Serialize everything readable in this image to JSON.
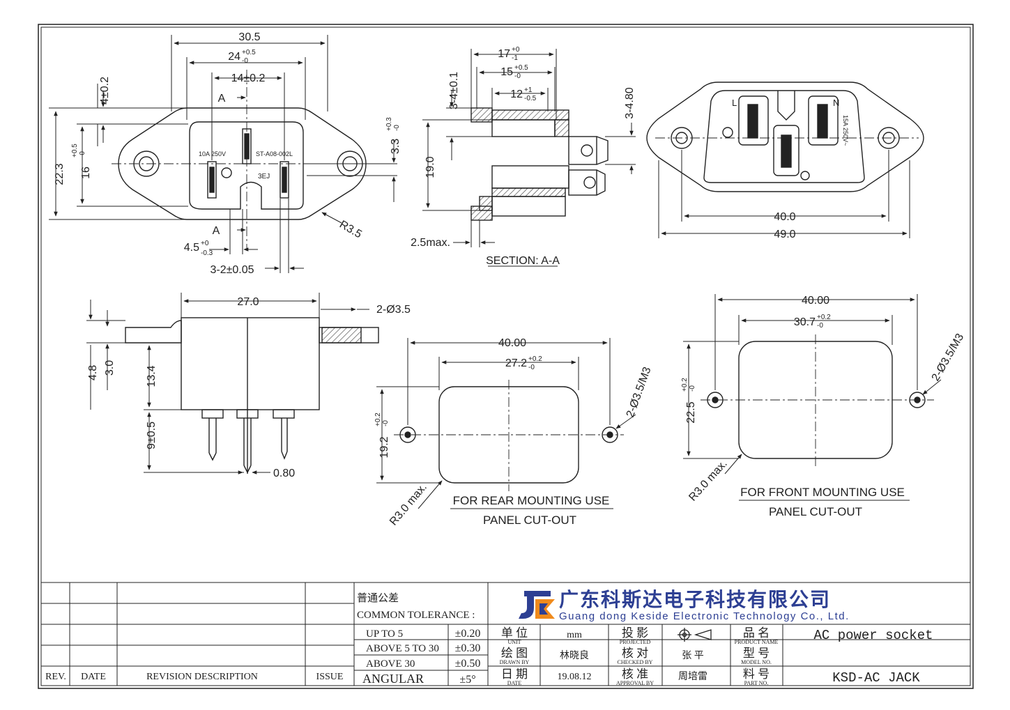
{
  "views": {
    "front": {
      "dim_width_outer": "30.5",
      "dim_width_inner_base": "24",
      "dim_width_inner_tol_up": "+0.5",
      "dim_width_inner_tol_dn": "-0",
      "dim_pin_spacing": "14±0.2",
      "dim_top_offset": "4±0.2",
      "dim_height_outer": "22.3",
      "dim_height_inner_base": "16",
      "dim_height_inner_tol_up": "+0.5",
      "dim_height_inner_tol_dn": "-0",
      "dim_right_base": "3.3",
      "dim_right_tol_up": "+0.3",
      "dim_right_tol_dn": "-0",
      "dim_radius": "R3.5",
      "dim_slot_base": "4.5",
      "dim_slot_tol_up": "+0",
      "dim_slot_tol_dn": "-0.3",
      "dim_pin_thickness": "3-2±0.05",
      "section_marker_top": "A",
      "section_marker_bottom": "A",
      "marking_rating": "10A 250V",
      "marking_model": "ST-A08-002L",
      "marking_code": "3EJ"
    },
    "section": {
      "dim_17_base": "17",
      "dim_17_tol_up": "+0",
      "dim_17_tol_dn": "-1",
      "dim_15_base": "15",
      "dim_15_tol_up": "+0.5",
      "dim_15_tol_dn": "-0",
      "dim_12_base": "12",
      "dim_12_tol_up": "+1",
      "dim_12_tol_dn": "-0.5",
      "dim_left_top": "3-4±0.1",
      "dim_right_top": "3-4.80",
      "dim_height": "19.0",
      "dim_flange": "2.5max.",
      "title": "SECTION: A-A"
    },
    "top_right": {
      "dim_inner": "40.0",
      "dim_outer": "49.0",
      "label_L": "L",
      "label_N": "N",
      "rating_text": "15A 250V~"
    },
    "side": {
      "dim_width": "27.0",
      "dim_holes": "2-Ø3.5",
      "dim_4_8": "4.8",
      "dim_3_0": "3.0",
      "dim_13_4": "13.4",
      "dim_pin_length": "9±0.5",
      "dim_pin_thickness": "0.80"
    },
    "rear_cutout": {
      "dim_hole_span": "40.00",
      "dim_width_base": "27.2",
      "dim_width_tol_up": "+0.2",
      "dim_width_tol_dn": "-0",
      "dim_height_base": "19.2",
      "dim_height_tol_up": "+0.2",
      "dim_height_tol_dn": "-0",
      "dim_holes": "2-Ø3.5/M3",
      "dim_radius": "R3.0 max.",
      "caption_line1": "FOR REAR MOUNTING USE",
      "caption_line2": "PANEL CUT-OUT"
    },
    "front_cutout": {
      "dim_hole_span": "40.00",
      "dim_width_base": "30.7",
      "dim_width_tol_up": "+0.2",
      "dim_width_tol_dn": "-0",
      "dim_height_base": "22.5",
      "dim_height_tol_up": "+0.2",
      "dim_height_tol_dn": "-0",
      "dim_holes": "2-Ø3.5/M3",
      "dim_radius": "R3.0 max.",
      "caption_line1": "FOR FRONT MOUNTING USE",
      "caption_line2": "PANEL CUT-OUT"
    }
  },
  "title_block": {
    "revision_headers": {
      "rev": "REV.",
      "date": "DATE",
      "description": "REVISION DESCRIPTION",
      "issue": "ISSUE"
    },
    "tolerance": {
      "heading_cn": "普通公差",
      "heading_en": "COMMON TOLERANCE :",
      "rows": [
        {
          "range": "UP TO 5",
          "value": "±0.20"
        },
        {
          "range": "ABOVE 5 TO 30",
          "value": "±0.30"
        },
        {
          "range": "ABOVE 30",
          "value": "±0.50"
        },
        {
          "range": "ANGULAR",
          "value": "±5°"
        }
      ]
    },
    "company": {
      "name_cn": "广东科斯达电子科技有限公司",
      "name_en": "Guang dong Keside  Electronic Technology Co., Ltd.",
      "logo_color": "#2d3f93",
      "logo_accent": "#f08a1c"
    },
    "fields": {
      "unit_cn": "单 位",
      "unit_en": "UNIT",
      "unit_value": "mm",
      "projected_cn": "投 影",
      "projected_en": "PROJECTED",
      "product_name_cn": "品 名",
      "product_name_en": "PRODUCT NAME",
      "product_name_value": "AC power socket",
      "drawn_cn": "绘 图",
      "drawn_en": "DRAWN BY",
      "drawn_value": "林晓良",
      "checked_cn": "核 对",
      "checked_en": "CHECKED BY",
      "checked_value": "张 平",
      "model_cn": "型 号",
      "model_en": "MODEL NO.",
      "model_value": "",
      "date_cn": "日 期",
      "date_en": "DATE",
      "date_value": "19.08.12",
      "approval_cn": "核 准",
      "approval_en": "APPROVAL BY",
      "approval_value": "周培雷",
      "part_cn": "料 号",
      "part_en": "PART NO.",
      "part_value": "KSD-AC JACK"
    }
  }
}
